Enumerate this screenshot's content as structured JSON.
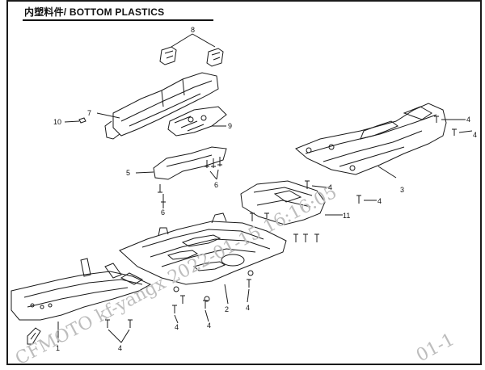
{
  "title": "内塑料件/ BOTTOM PLASTICS",
  "watermark": {
    "text": "CFMOTO  kf-yangx  2022-01-15   16:16:05",
    "corner_text": "01-1"
  },
  "callouts": {
    "c1": "1",
    "c2": "2",
    "c3": "3",
    "c4a": "4",
    "c4b": "4",
    "c4c": "4",
    "c4d": "4",
    "c4e": "4",
    "c4f": "4",
    "c4g": "4",
    "c5": "5",
    "c6a": "6",
    "c6b": "6",
    "c7": "7",
    "c8": "8",
    "c9": "9",
    "c10": "10",
    "c11": "11"
  },
  "colors": {
    "line": "#1a1a1a",
    "watermark": "#bdbdbd"
  }
}
